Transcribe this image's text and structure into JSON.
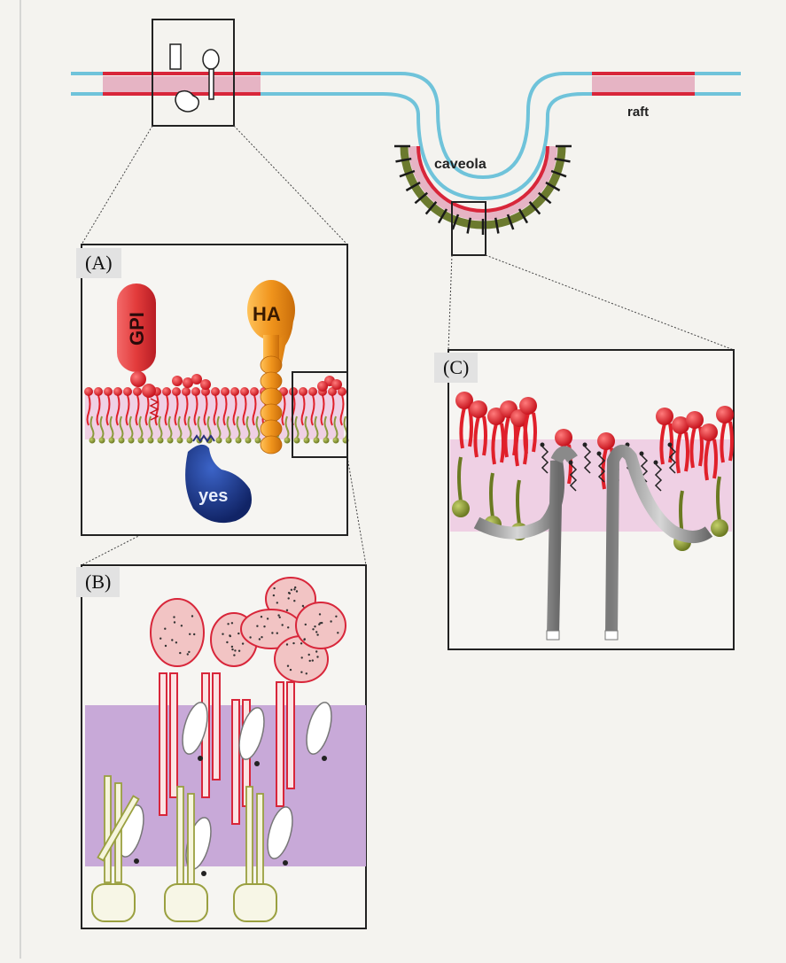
{
  "diagram": {
    "labels": {
      "raft": "raft",
      "caveola": "caveola",
      "panel_a": "(A)",
      "panel_b": "(B)",
      "panel_c": "(C)",
      "gpi": "GPI",
      "ha": "HA",
      "yes": "yes"
    },
    "colors": {
      "membrane_blue": "#6fc3da",
      "raft_red": "#d8263a",
      "raft_pink": "#e6b4c4",
      "caveolin_green": "#6b7a2e",
      "lipid_red": "#e0202a",
      "lipid_olive": "#8a9a3c",
      "gpi_red": "#e23b3b",
      "ha_orange": "#f0941c",
      "yes_blue": "#1d3c8c",
      "bilayer_pink": "#efd0e4",
      "lavender": "#c8a9d8"
    }
  }
}
